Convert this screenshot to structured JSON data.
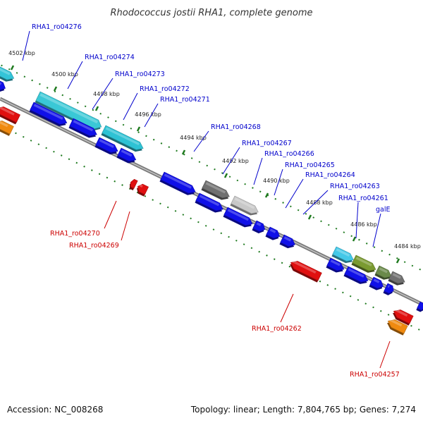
{
  "title": "Rhodococcus jostii RHA1, complete genome",
  "footer": {
    "accession": "Accession: NC_008268",
    "summary": "Topology: linear; Length: 7,804,765 bp; Genes: 7,274"
  },
  "colors": {
    "forward_label": "#0000cc",
    "reverse_label": "#cc0000",
    "tick": "#1f7a1f",
    "backbone": "#808080"
  },
  "ruler": [
    {
      "kbp": 4502,
      "label": "4502 kbp"
    },
    {
      "kbp": 4500,
      "label": "4500 kbp"
    },
    {
      "kbp": 4498,
      "label": "4498 kbp"
    },
    {
      "kbp": 4496,
      "label": "4496 kbp"
    },
    {
      "kbp": 4494,
      "label": "4494 kbp"
    },
    {
      "kbp": 4492,
      "label": "4492 kbp"
    },
    {
      "kbp": 4490,
      "label": "4490 kbp"
    },
    {
      "kbp": 4488,
      "label": "4488 kbp"
    },
    {
      "kbp": 4486,
      "label": "4486 kbp"
    },
    {
      "kbp": 4484,
      "label": "4484 kbp"
    }
  ],
  "forward_labels": [
    "RHA1_ro04276",
    "RHA1_ro04274",
    "RHA1_ro04273",
    "RHA1_ro04272",
    "RHA1_ro04271",
    "RHA1_ro04268",
    "RHA1_ro04267",
    "RHA1_ro04266",
    "RHA1_ro04265",
    "RHA1_ro04264",
    "RHA1_ro04263",
    "RHA1_ro04261",
    "galE"
  ],
  "reverse_labels": [
    "RHA1_ro04270",
    "RHA1_ro04269",
    "RHA1_ro04262",
    "RHA1_ro04257"
  ]
}
